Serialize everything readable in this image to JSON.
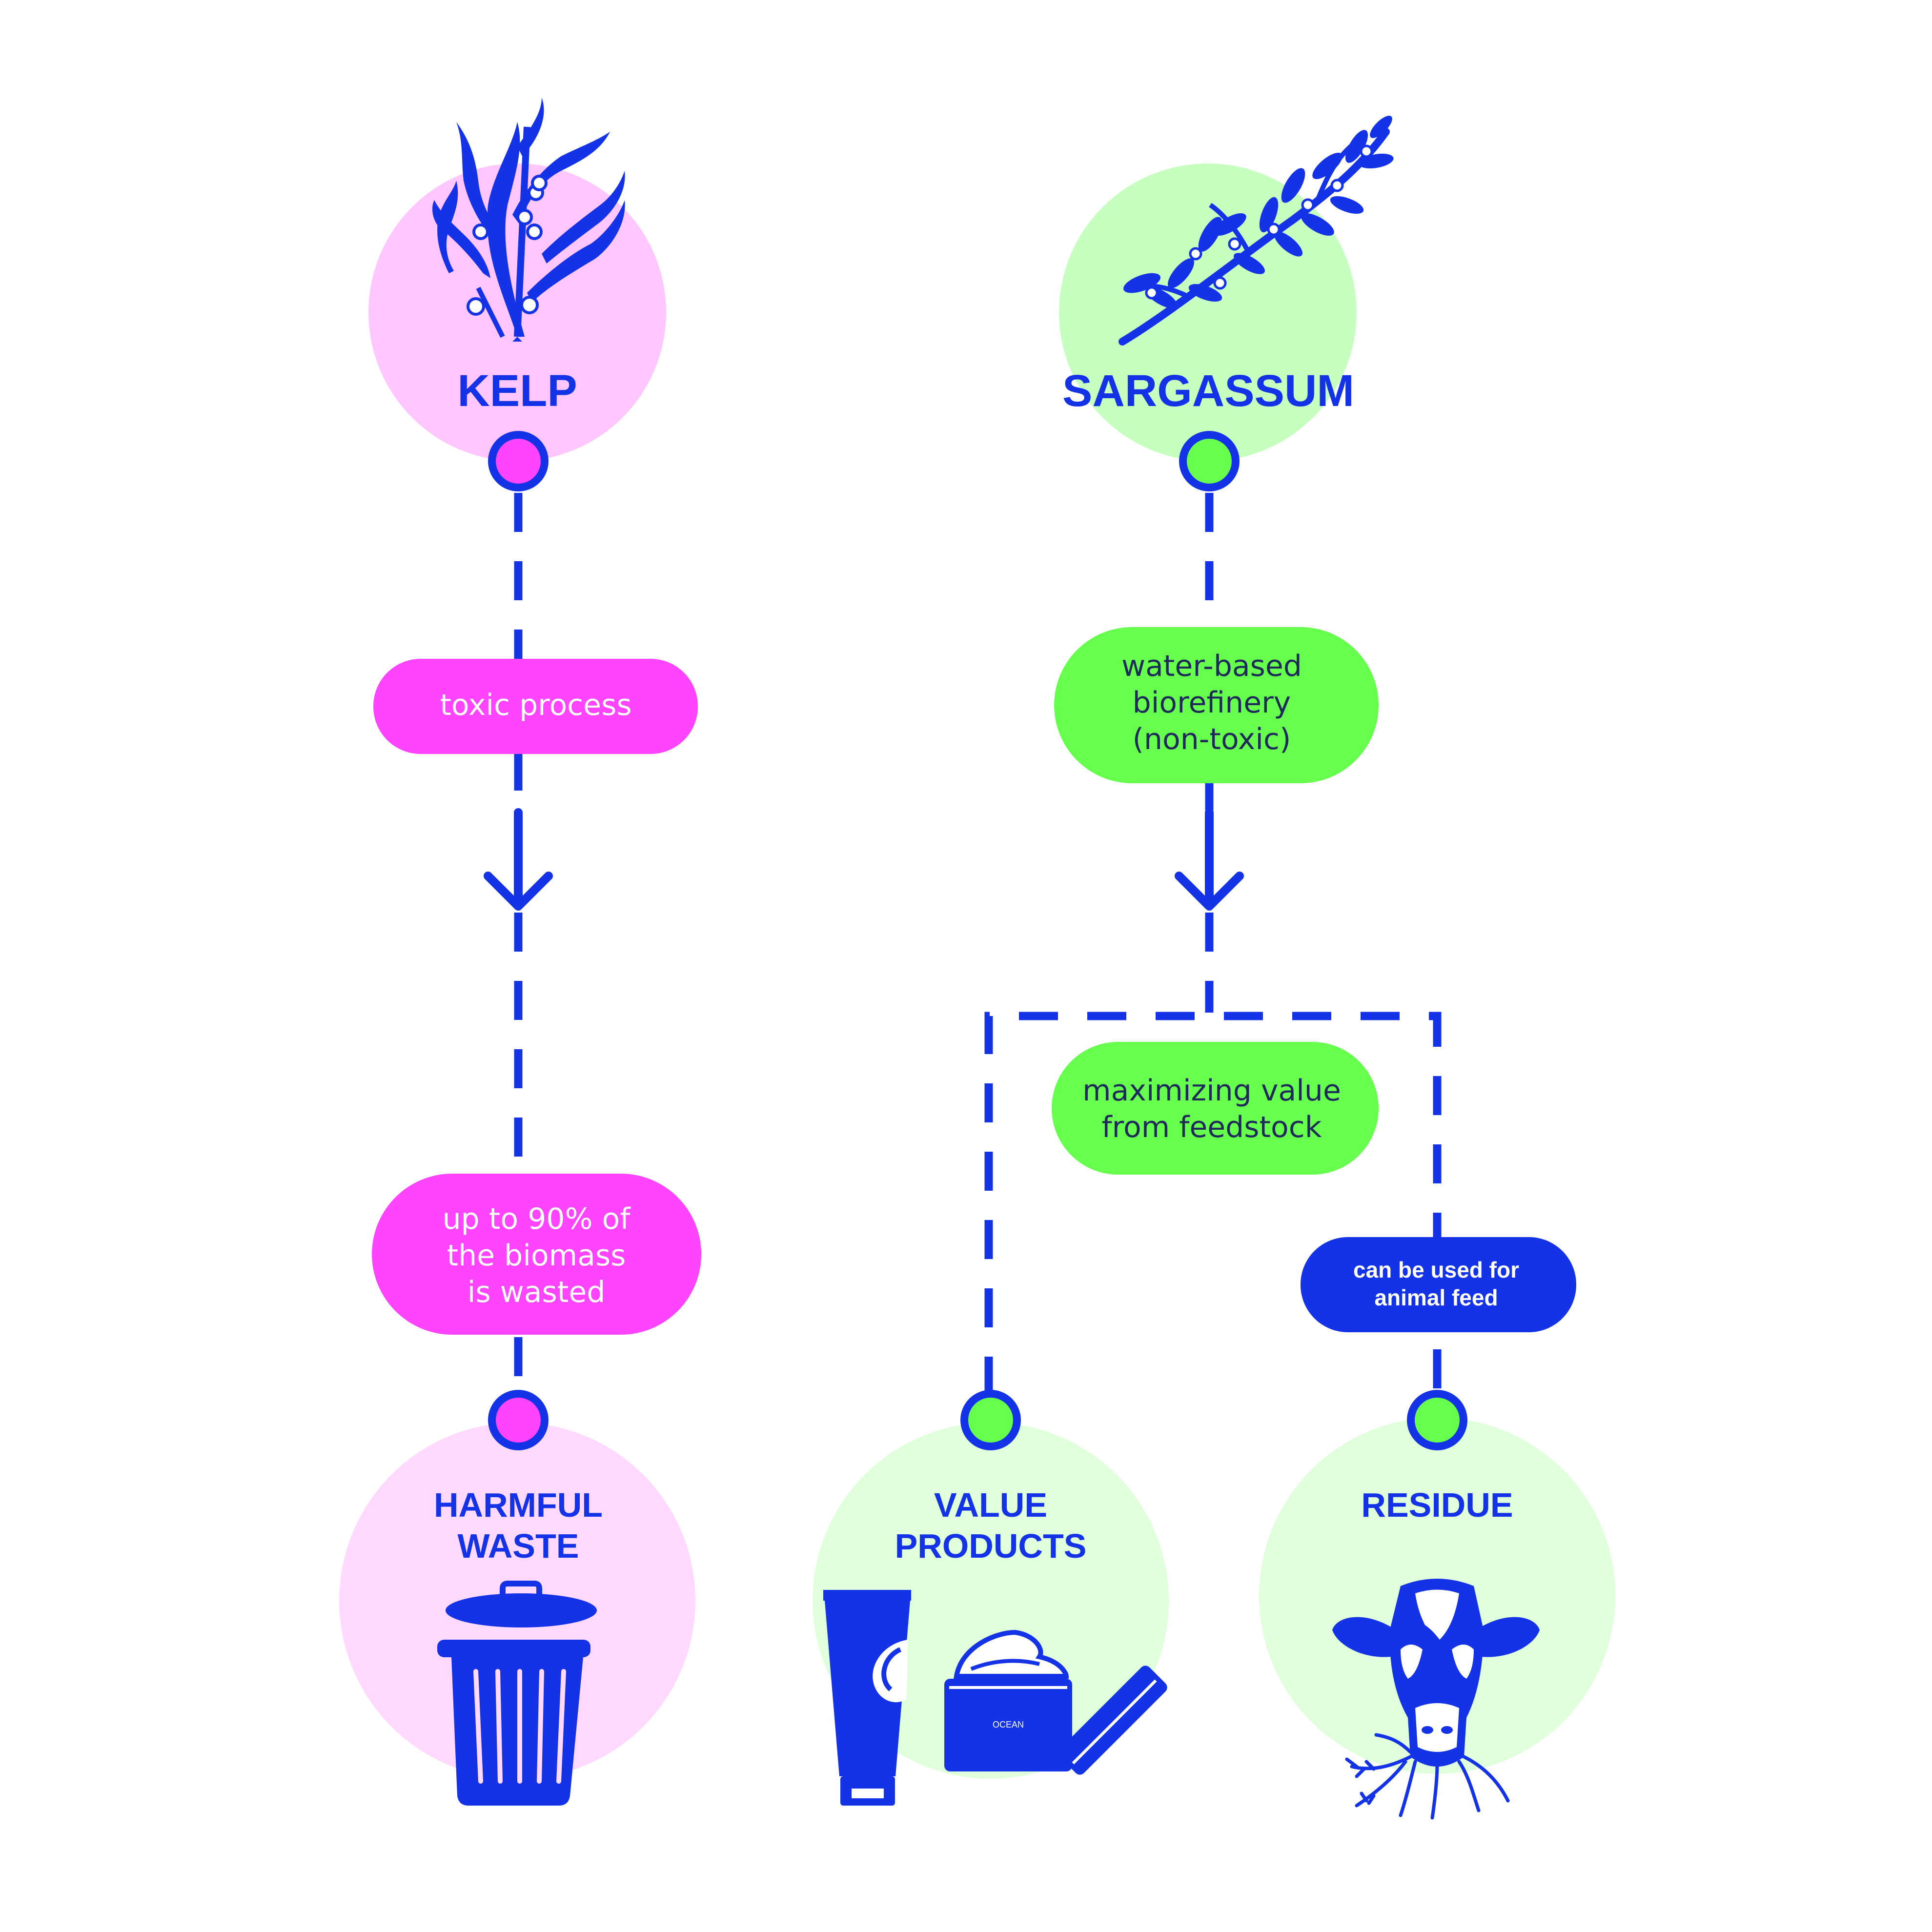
{
  "colors": {
    "blue": "#1432e6",
    "pink": "#ff44ff",
    "pink_light": "#ffc6ff",
    "pink_pale": "#ffd9ff",
    "green": "#66ff4d",
    "green_light": "#c6ffc0",
    "green_pale": "#e0ffdb",
    "pill_green_text": "#1f2a5a"
  },
  "left": {
    "source_title": "KELP",
    "process_label": "toxic process",
    "waste_note": [
      "up to 90% of",
      "the biomass",
      "is wasted"
    ],
    "outcome_title": [
      "HARMFUL",
      "WASTE"
    ],
    "source_icon": "kelp-seaweed-icon",
    "outcome_icon": "trash-can-icon"
  },
  "right": {
    "source_title": "SARGASSUM",
    "process_label": [
      "water-based",
      "biorefinery",
      "(non-toxic)"
    ],
    "branch_note": [
      "maximizing value",
      "from feedstock"
    ],
    "residue_note": [
      "can be used for",
      "animal feed"
    ],
    "outcome_a_title": [
      "VALUE",
      "PRODUCTS"
    ],
    "outcome_b_title": "RESIDUE",
    "jar_label": "OCEAN",
    "source_icon": "sargassum-seaweed-icon",
    "outcome_a_icon": "cosmetics-icon",
    "outcome_b_icon": "cow-icon"
  }
}
